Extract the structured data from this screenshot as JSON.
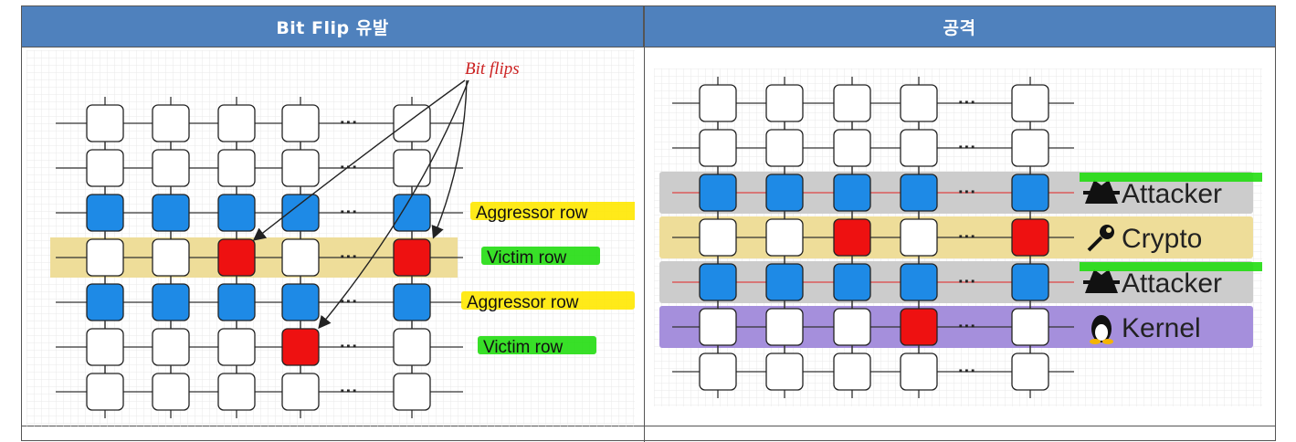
{
  "headers": {
    "left": "Bit Flip 유발",
    "right": "공격"
  },
  "left_diagram": {
    "title": "Bit flips",
    "rows": [
      {
        "cells": [
          "white",
          "white",
          "white",
          "white",
          "white"
        ],
        "label": ""
      },
      {
        "cells": [
          "white",
          "white",
          "white",
          "white",
          "white"
        ],
        "label": ""
      },
      {
        "cells": [
          "blue",
          "blue",
          "blue",
          "blue",
          "blue"
        ],
        "label": "Aggressor row",
        "highlight": "yellow"
      },
      {
        "cells": [
          "white",
          "white",
          "red",
          "white",
          "red"
        ],
        "label": "Victim row",
        "highlight": "green",
        "band": "yellow"
      },
      {
        "cells": [
          "blue",
          "blue",
          "blue",
          "blue",
          "blue"
        ],
        "label": "Aggressor row",
        "highlight": "yellow"
      },
      {
        "cells": [
          "white",
          "white",
          "white",
          "red",
          "white"
        ],
        "label": "Victim row",
        "highlight": "green"
      },
      {
        "cells": [
          "white",
          "white",
          "white",
          "white",
          "white"
        ],
        "label": ""
      }
    ],
    "ellipsis": "···"
  },
  "right_diagram": {
    "rows": [
      {
        "cells": [
          "white",
          "white",
          "white",
          "white",
          "white"
        ],
        "label": "",
        "icon": "",
        "band": ""
      },
      {
        "cells": [
          "white",
          "white",
          "white",
          "white",
          "white"
        ],
        "label": "",
        "icon": "",
        "band": ""
      },
      {
        "cells": [
          "blue",
          "blue",
          "blue",
          "blue",
          "blue"
        ],
        "label": "Attacker",
        "icon": "spy-icon",
        "band": "gray"
      },
      {
        "cells": [
          "white",
          "white",
          "red",
          "white",
          "red"
        ],
        "label": "Crypto",
        "icon": "key-icon",
        "band": "yellow"
      },
      {
        "cells": [
          "blue",
          "blue",
          "blue",
          "blue",
          "blue"
        ],
        "label": "Attacker",
        "icon": "spy-icon",
        "band": "gray"
      },
      {
        "cells": [
          "white",
          "white",
          "white",
          "red",
          "white"
        ],
        "label": "Kernel",
        "icon": "penguin-icon",
        "band": "purple"
      },
      {
        "cells": [
          "white",
          "white",
          "white",
          "white",
          "white"
        ],
        "label": "",
        "icon": "",
        "band": ""
      }
    ],
    "ellipsis": "···"
  },
  "colors": {
    "header_bg": "#4f81bd",
    "cell_blue": "#1e8ae6",
    "cell_red": "#ee1111",
    "band_yellow": "#eedd99",
    "band_gray": "#cccccc",
    "band_purple": "#a58fdc",
    "hl_yellow": "#ffe800",
    "hl_green": "#22dd11"
  }
}
